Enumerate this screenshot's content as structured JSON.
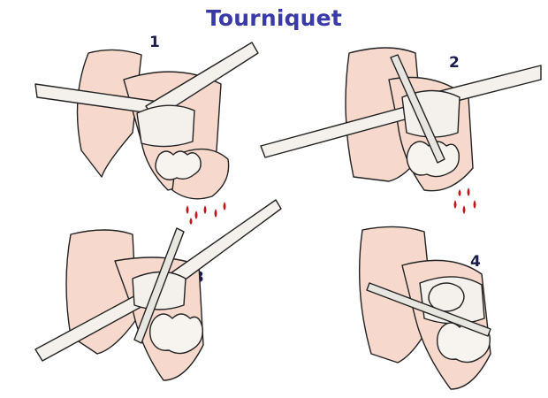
{
  "title": "Tourniquet",
  "steps": [
    {
      "number": "1"
    },
    {
      "number": "2"
    },
    {
      "number": "3"
    },
    {
      "number": "4"
    }
  ],
  "colors": {
    "title": "#3a3aa8",
    "step_number": "#1b1b4d",
    "skin": "#f6d9cc",
    "bandage": "#f4f1ec",
    "outline": "#222222",
    "blood": "#c0131b",
    "stick": "#e8e6e0"
  }
}
